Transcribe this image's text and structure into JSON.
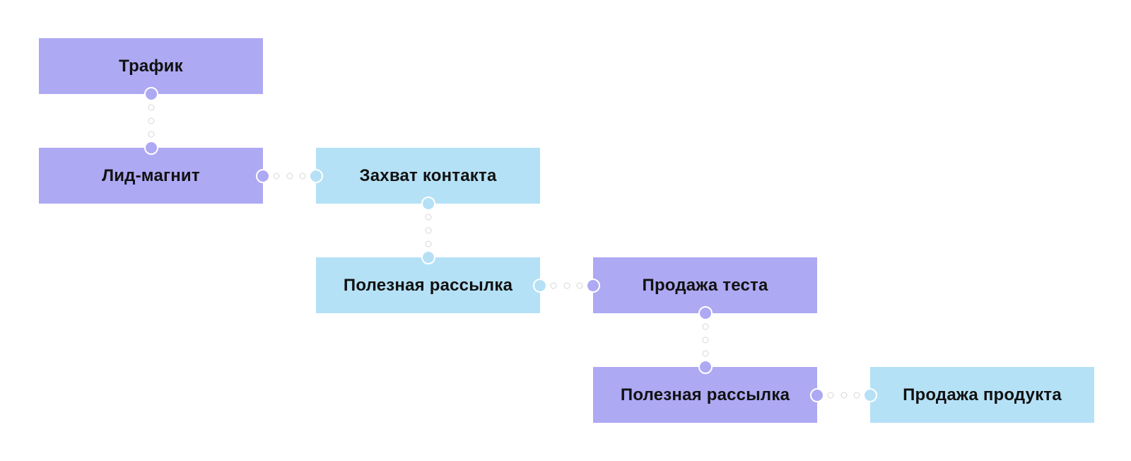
{
  "colors": {
    "purple": "#aea9f3",
    "blue": "#b5e1f6",
    "connector_dot": "#d6d6d6"
  },
  "nodes": [
    {
      "id": "traffic",
      "label": "Трафик",
      "color": "purple"
    },
    {
      "id": "lead-magnet",
      "label": "Лид-магнит",
      "color": "purple"
    },
    {
      "id": "contact-capture",
      "label": "Захват контакта",
      "color": "blue"
    },
    {
      "id": "useful-newsletter-1",
      "label": "Полезная рассылка",
      "color": "blue"
    },
    {
      "id": "test-sale",
      "label": "Продажа теста",
      "color": "purple"
    },
    {
      "id": "useful-newsletter-2",
      "label": "Полезная рассылка",
      "color": "purple"
    },
    {
      "id": "product-sale",
      "label": "Продажа продукта",
      "color": "blue"
    }
  ],
  "edges": [
    {
      "from": "traffic",
      "to": "lead-magnet"
    },
    {
      "from": "lead-magnet",
      "to": "contact-capture"
    },
    {
      "from": "contact-capture",
      "to": "useful-newsletter-1"
    },
    {
      "from": "useful-newsletter-1",
      "to": "test-sale"
    },
    {
      "from": "test-sale",
      "to": "useful-newsletter-2"
    },
    {
      "from": "useful-newsletter-2",
      "to": "product-sale"
    }
  ]
}
